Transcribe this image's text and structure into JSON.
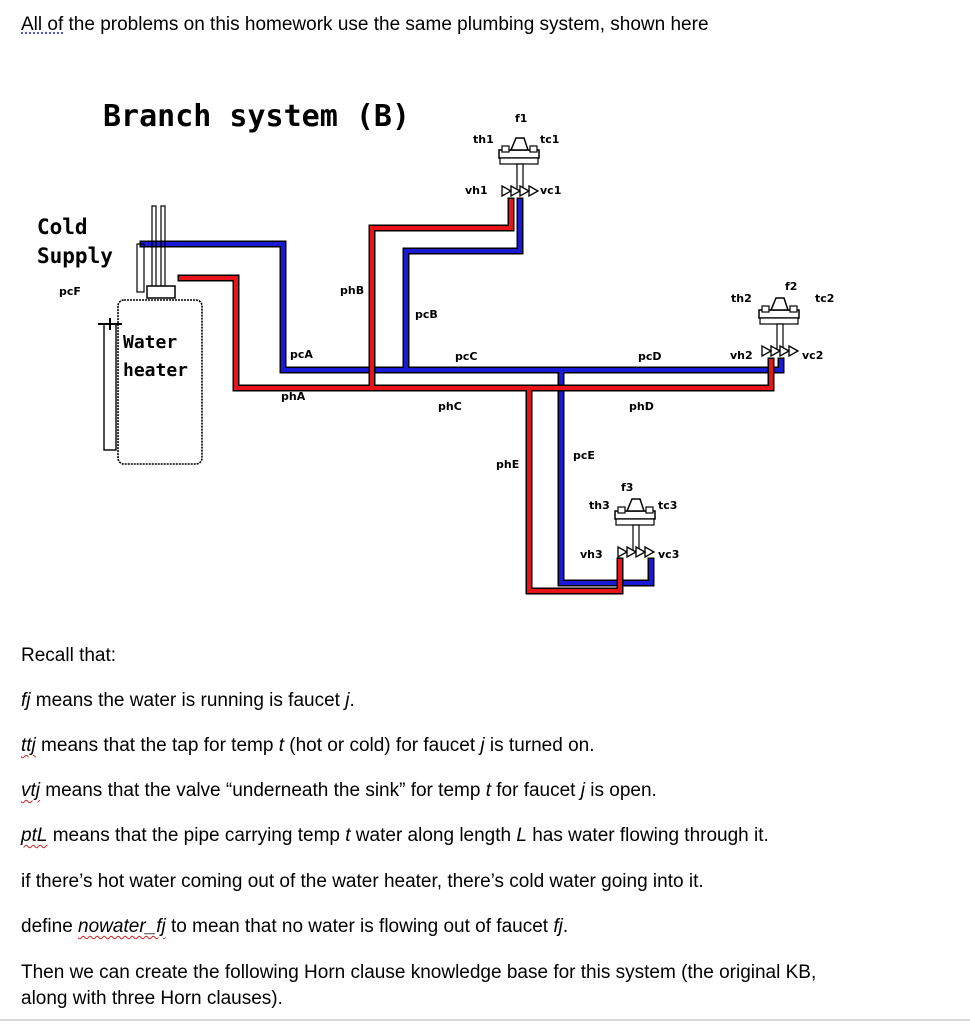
{
  "intro": {
    "prefix": "All of",
    "rest": " the problems on this homework use the same plumbing system, shown here"
  },
  "diagram": {
    "title": "Branch system (B)",
    "cold_supply": [
      "Cold",
      "Supply"
    ],
    "water_heater": [
      "Water",
      "heater"
    ],
    "colors": {
      "hot": "#e8141a",
      "cold": "#1a1ad6",
      "outline": "#000000"
    },
    "labels": {
      "pcF": "pcF",
      "phB": "phB",
      "pcB": "pcB",
      "pcA": "pcA",
      "phA": "phA",
      "pcC": "pcC",
      "phC": "phC",
      "pcD": "pcD",
      "phD": "phD",
      "phE": "phE",
      "pcE": "pcE",
      "f1": "f1",
      "th1": "th1",
      "tc1": "tc1",
      "vh1": "vh1",
      "vc1": "vc1",
      "f2": "f2",
      "th2": "th2",
      "tc2": "tc2",
      "vh2": "vh2",
      "vc2": "vc2",
      "f3": "f3",
      "th3": "th3",
      "tc3": "tc3",
      "vh3": "vh3",
      "vc3": "vc3"
    }
  },
  "recall": {
    "heading": "Recall that:",
    "lines": [
      {
        "key": "fj",
        "text": " means the water is running is faucet ",
        "var": "j",
        "end": "."
      },
      {
        "key": "ttj",
        "text": " means that the tap for temp ",
        "var1": "t",
        "mid": " (hot or cold) for faucet ",
        "var2": "j",
        "end": " is turned on."
      },
      {
        "key": "vtj",
        "text": " means that the valve “underneath the sink” for temp ",
        "var1": "t",
        "mid": " for faucet ",
        "var2": "j",
        "end": " is open."
      },
      {
        "key": "ptL",
        "text": " means that the pipe carrying temp ",
        "var1": "t",
        "mid": " water along length ",
        "var2": "L",
        "end": " has water flowing through it."
      }
    ],
    "hotcold": "if there’s hot water coming out of the water heater, there’s cold water going into it.",
    "define_prefix": "define ",
    "define_term": "nowater_fj",
    "define_mid": " to mean that no water is flowing out of faucet ",
    "define_var": "fj",
    "define_end": ".",
    "then_line1": "Then we can create the following Horn clause knowledge base for this system (the original KB,",
    "then_line2": "along with three Horn clauses)."
  }
}
